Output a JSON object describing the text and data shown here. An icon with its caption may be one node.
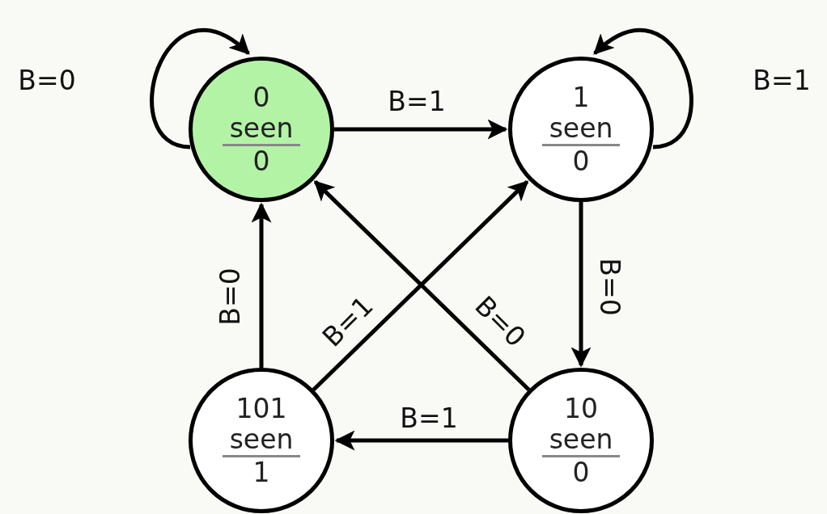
{
  "diagram": {
    "nodes": [
      {
        "text": [
          "0 seen",
          "0"
        ]
      },
      {
        "text": [
          "1 seen",
          "0"
        ]
      },
      {
        "text": [
          "101 seen",
          "1"
        ]
      },
      {
        "text": [
          "10 seen",
          "0"
        ]
      }
    ],
    "edges": [
      {
        "from": 0,
        "to": 0,
        "arrow": "to",
        "label": "B=0"
      },
      {
        "from": 0,
        "to": 1,
        "arrow": "to",
        "label": "B=1"
      },
      {
        "from": 1,
        "to": 1,
        "arrow": "to",
        "label": "B=1"
      },
      {
        "from": 1,
        "to": 3,
        "arrow": "to",
        "label": "B=0"
      },
      {
        "from": 3,
        "to": 2,
        "arrow": "to",
        "label": "B=1"
      },
      {
        "from": 2,
        "to": 0,
        "arrow": "to",
        "label": "B=0"
      },
      {
        "from": 2,
        "to": 1,
        "arrow": "to",
        "label": "B=1"
      },
      {
        "from": 3,
        "to": 0,
        "arrow": "to",
        "label": "B=0"
      }
    ]
  }
}
